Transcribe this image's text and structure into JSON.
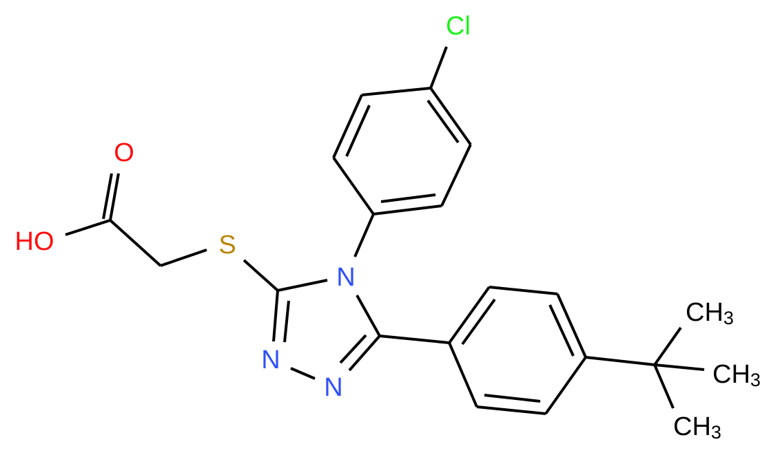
{
  "atoms": {
    "chlorine": "Cl",
    "carbonyl_oxygen": "O",
    "hydroxyl": "HO",
    "sulfur": "S",
    "nitrogen_4": "N",
    "nitrogen_2": "N",
    "nitrogen_1": "N",
    "methyl_1": {
      "main": "CH",
      "sub": "3"
    },
    "methyl_2": {
      "main": "CH",
      "sub": "3"
    },
    "methyl_3": {
      "main": "CH",
      "sub": "3"
    }
  },
  "colors": {
    "bond": "#000000",
    "oxygen": "#ff0d0d",
    "nitrogen": "#3050f8",
    "sulfur": "#b8860b",
    "chlorine": "#1ff01f",
    "carbon": "#000000"
  }
}
